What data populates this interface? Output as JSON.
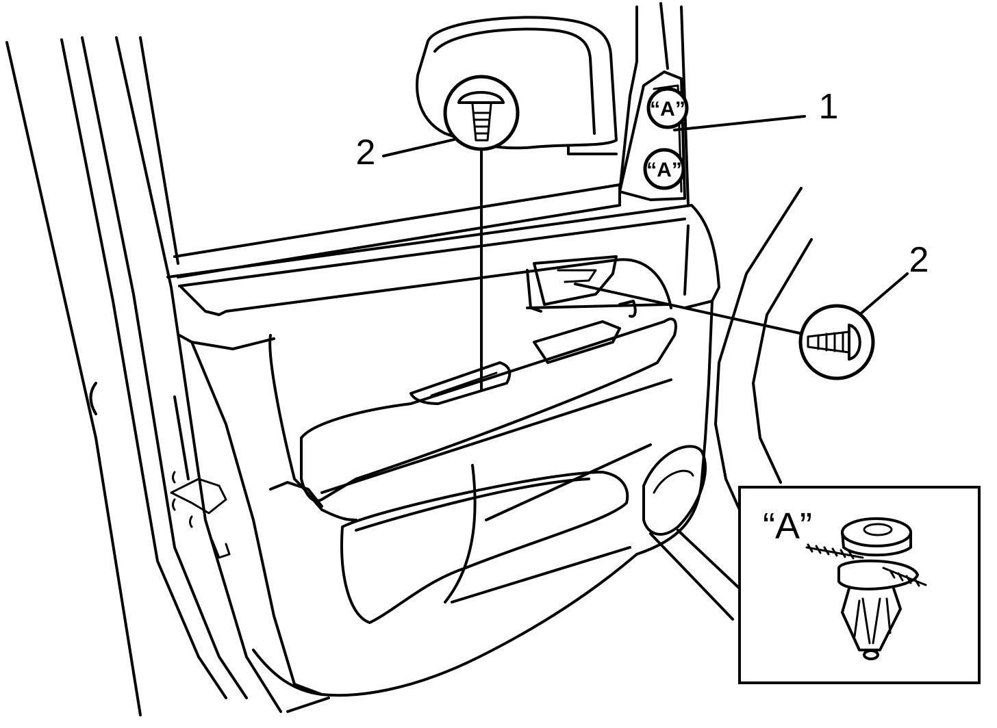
{
  "callouts": {
    "one": "1",
    "two": "2"
  },
  "markers": {
    "clip_a": "“A”"
  },
  "inset": {
    "label": "“A”"
  }
}
